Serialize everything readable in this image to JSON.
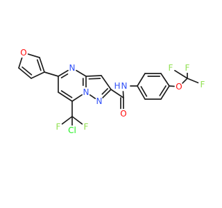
{
  "molecule": {
    "atoms": [
      {
        "id": "O-furan",
        "symbol": "O",
        "color": "#ff0d0d"
      },
      {
        "id": "N-pyrimidine",
        "symbol": "N",
        "color": "#3050f8"
      },
      {
        "id": "N-bridgehead",
        "symbol": "N",
        "color": "#3050f8"
      },
      {
        "id": "N-pyrazole",
        "symbol": "N",
        "color": "#3050f8"
      },
      {
        "id": "NH-amide",
        "symbol": "N",
        "sub": "H",
        "color": "#3050f8"
      },
      {
        "id": "O-carbonyl",
        "symbol": "O",
        "color": "#ff0d0d"
      },
      {
        "id": "O-ether",
        "symbol": "O",
        "color": "#ff0d0d"
      },
      {
        "id": "F-cf3-top",
        "symbol": "F",
        "color": "#90e050"
      },
      {
        "id": "F-cf3-left",
        "symbol": "F",
        "color": "#90e050"
      },
      {
        "id": "F-cf3-right",
        "symbol": "F",
        "color": "#90e050"
      },
      {
        "id": "F-cf2-left",
        "symbol": "F",
        "color": "#90e050"
      },
      {
        "id": "F-cf2-right",
        "symbol": "F",
        "color": "#90e050"
      },
      {
        "id": "Cl",
        "symbol": "Cl",
        "color": "#1ff01f"
      }
    ],
    "colors": {
      "bond": "#1e1e1e",
      "background": "#ffffff"
    }
  }
}
